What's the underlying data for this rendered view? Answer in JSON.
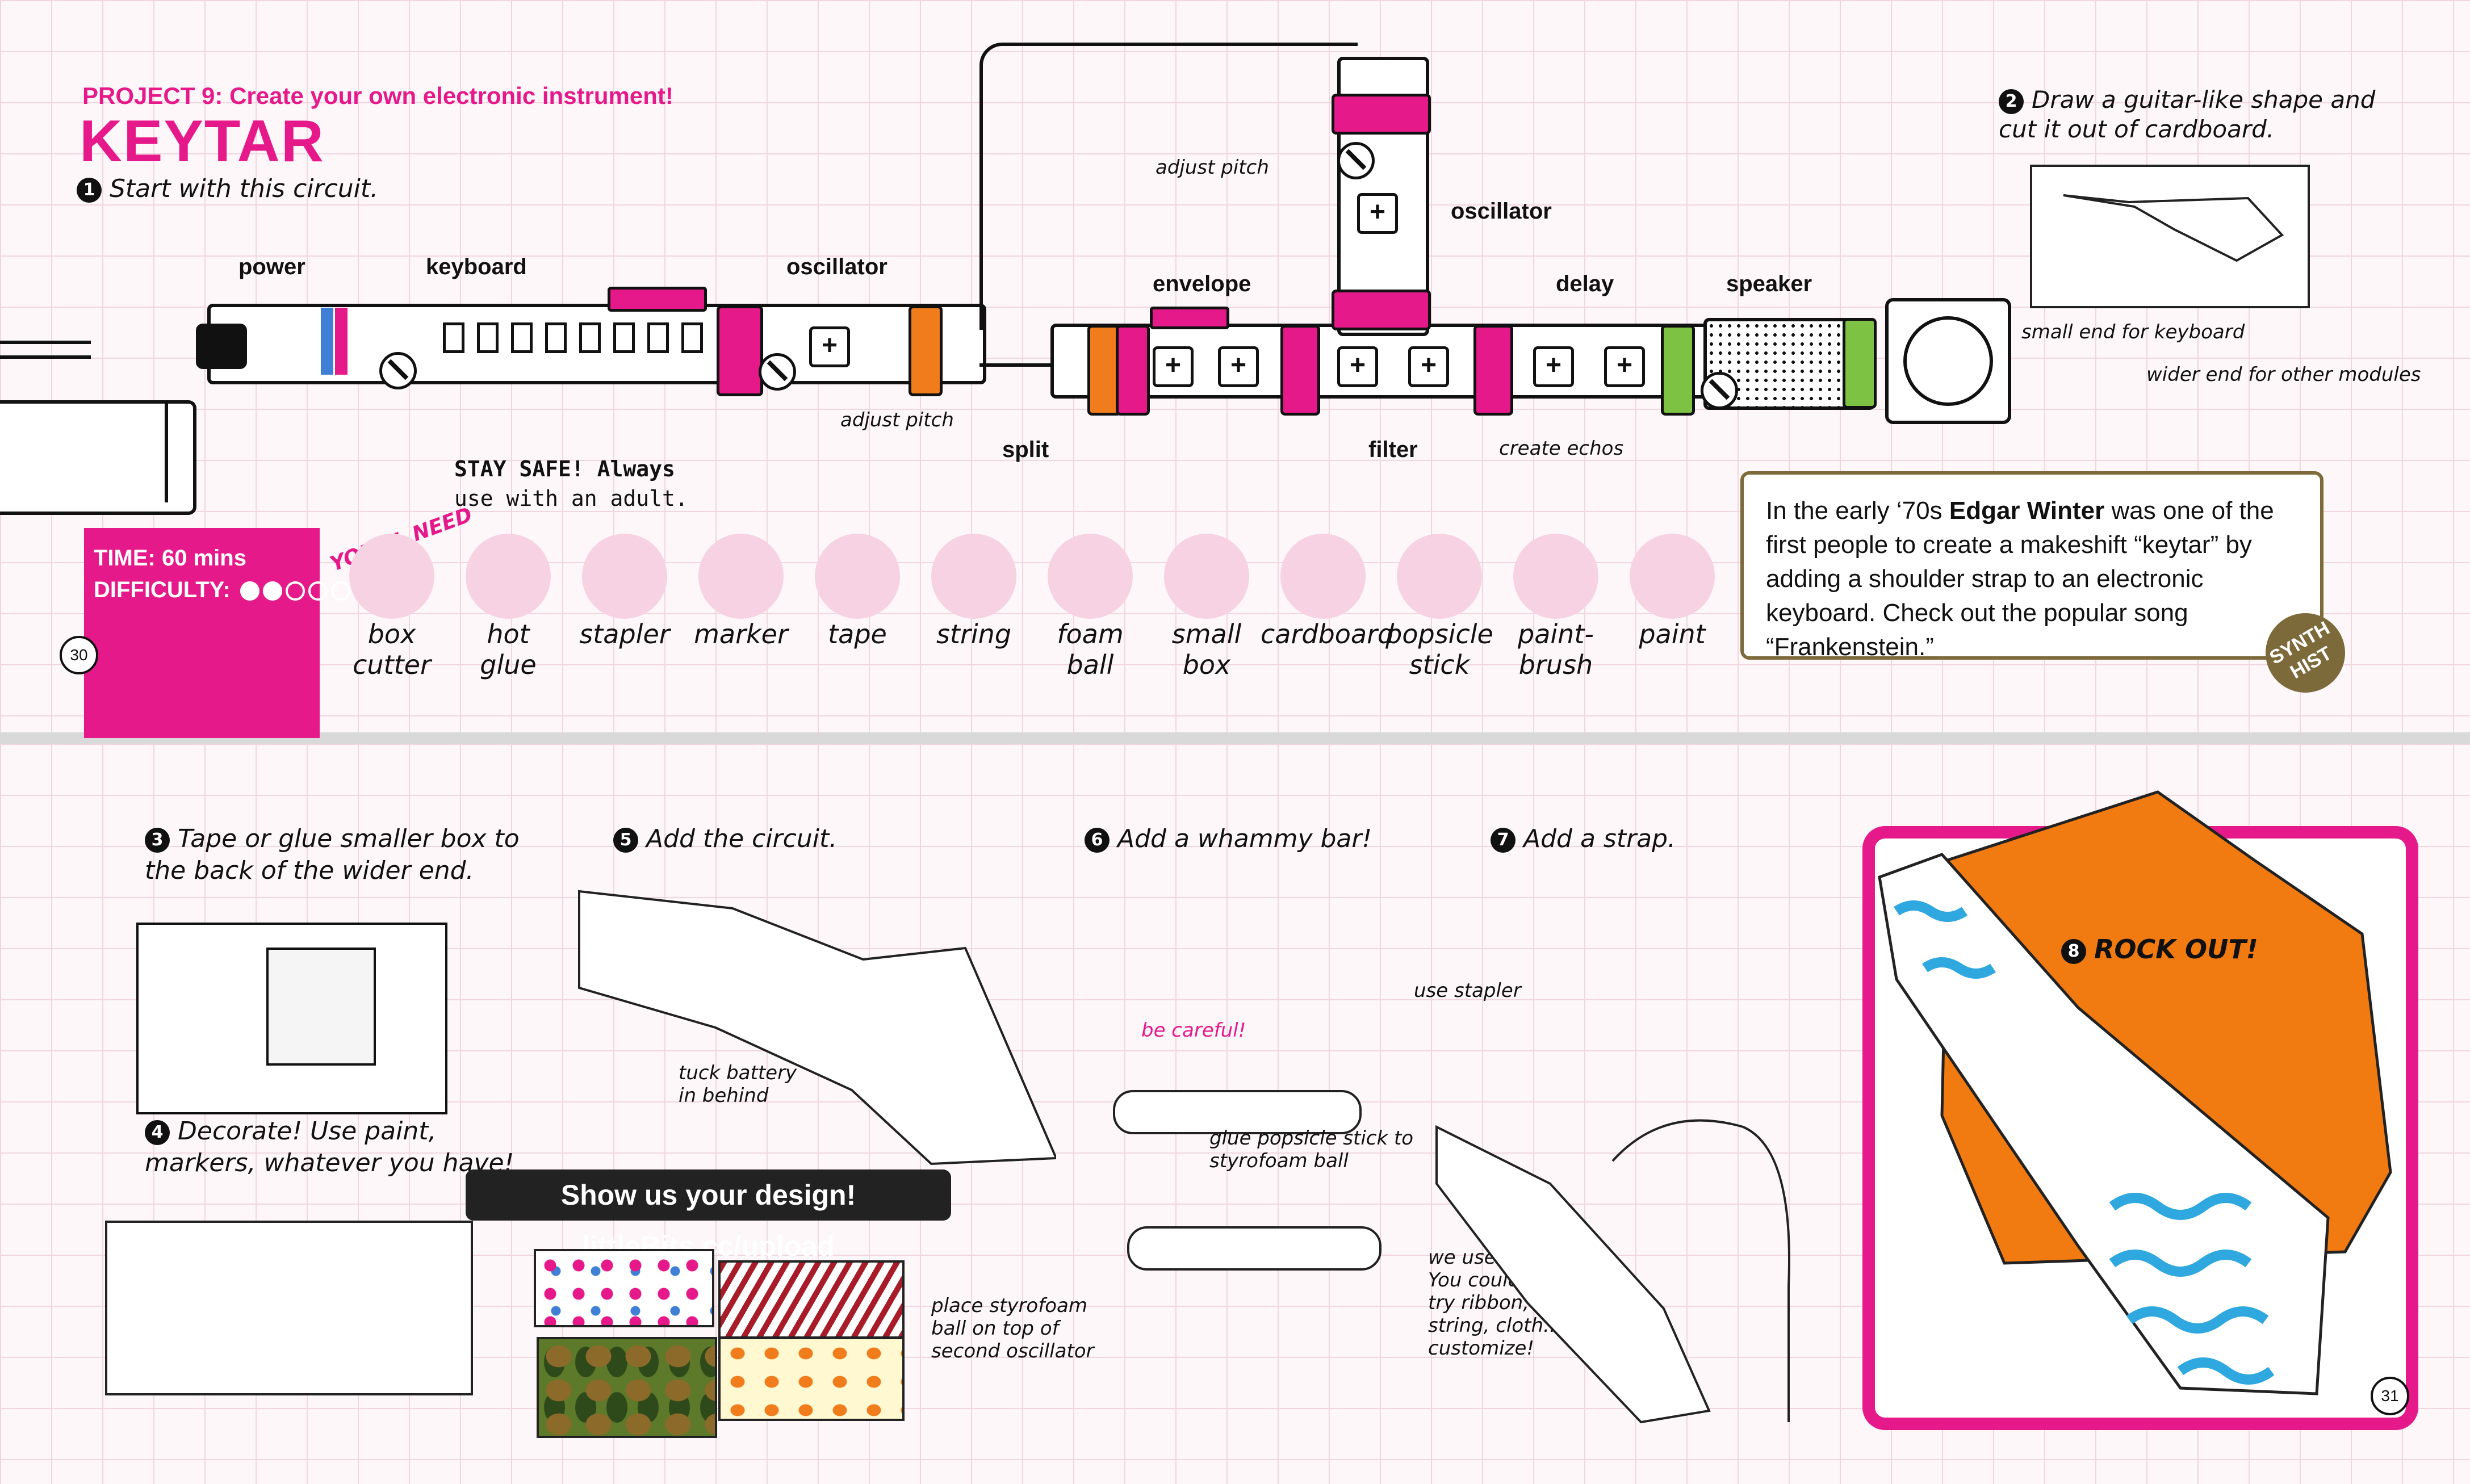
{
  "top_page": {
    "project_prefix": "PROJECT 9:",
    "project_subtitle": "Create your own electronic instrument!",
    "title": "KEYTAR",
    "step1": {
      "num": "1",
      "text": "Start with this circuit."
    },
    "step2": {
      "num": "2",
      "text_line1": "Draw a guitar-like shape and",
      "text_line2": "cut it out of cardboard."
    },
    "modules": {
      "power": "power",
      "keyboard": "keyboard",
      "oscillator1": "oscillator",
      "split": "split",
      "envelope": "envelope",
      "oscillator2": "oscillator",
      "filter": "filter",
      "delay": "delay",
      "speaker": "speaker"
    },
    "annotations": {
      "adjust_pitch_1": "adjust pitch",
      "adjust_pitch_2": "adjust pitch",
      "create_echos": "create echos",
      "small_end": "small end for keyboard",
      "wider_end": "wider end for other modules"
    },
    "safety": {
      "line1": "STAY SAFE! Always",
      "line2": "use with an adult."
    },
    "youll_need": "YOU'LL NEED",
    "time_label": "TIME:",
    "time_value": "60 mins",
    "difficulty_label": "DIFFICULTY:",
    "difficulty_level": 2,
    "difficulty_max": 5,
    "page_number": "30",
    "tools": [
      {
        "name": "box-cutter",
        "label_line1": "box",
        "label_line2": "cutter"
      },
      {
        "name": "hot-glue",
        "label_line1": "hot",
        "label_line2": "glue"
      },
      {
        "name": "stapler",
        "label_line1": "stapler",
        "label_line2": ""
      },
      {
        "name": "marker",
        "label_line1": "marker",
        "label_line2": ""
      },
      {
        "name": "tape",
        "label_line1": "tape",
        "label_line2": ""
      },
      {
        "name": "string",
        "label_line1": "string",
        "label_line2": ""
      },
      {
        "name": "foam-ball",
        "label_line1": "foam",
        "label_line2": "ball"
      },
      {
        "name": "small-box",
        "label_line1": "small",
        "label_line2": "box"
      },
      {
        "name": "cardboard",
        "label_line1": "cardboard",
        "label_line2": ""
      },
      {
        "name": "popsicle-stick",
        "label_line1": "popsicle",
        "label_line2": "stick"
      },
      {
        "name": "paintbrush",
        "label_line1": "paint-",
        "label_line2": "brush"
      },
      {
        "name": "paint",
        "label_line1": "paint",
        "label_line2": ""
      }
    ],
    "history": {
      "text_before": "In the early ‘70s ",
      "text_bold": "Edgar Winter",
      "text_after": " was one of the first people to create a makeshift “keytar” by adding a shoulder strap to an electronic keyboard. Check out the popular song “Frankenstein.”",
      "badge_line1": "SYNTH",
      "badge_line2": "HIST"
    }
  },
  "bottom_page": {
    "step3": {
      "num": "3",
      "line1": "Tape or glue smaller box to",
      "line2": "the back of the wider end."
    },
    "step4": {
      "num": "4",
      "line1": "Decorate! Use paint,",
      "line2": "markers, whatever you have!"
    },
    "step5": {
      "num": "5",
      "text": "Add the circuit."
    },
    "step6": {
      "num": "6",
      "text": "Add a whammy bar!"
    },
    "step7": {
      "num": "7",
      "text": "Add a strap."
    },
    "step8": {
      "num": "8",
      "text": "ROCK OUT!"
    },
    "annotations": {
      "tuck_battery_1": "tuck battery",
      "tuck_battery_2": "in behind",
      "be_careful": "be careful!",
      "glue_popsicle_1": "glue popsicle stick to",
      "glue_popsicle_2": "styrofoam ball",
      "place_styrofoam_1": "place styrofoam",
      "place_styrofoam_2": "ball on top of",
      "place_styrofoam_3": "second oscillator",
      "use_stapler": "use stapler",
      "elastic_1": "we used elastic.",
      "elastic_2": "You could also",
      "elastic_3": "try ribbon,",
      "elastic_4": "string, cloth...",
      "elastic_5": "customize!"
    },
    "show_us": {
      "text": "Show us your design! ",
      "link": "littleBits.cc/upload"
    },
    "page_number": "31"
  },
  "colors": {
    "magenta": "#e6198a",
    "orange": "#f07c1c",
    "blue": "#3f7fd6",
    "green": "#7dc242",
    "olive": "#7d6a3a",
    "guitar_stripe": "#2fa8e0",
    "shirt": "#f27b11"
  }
}
